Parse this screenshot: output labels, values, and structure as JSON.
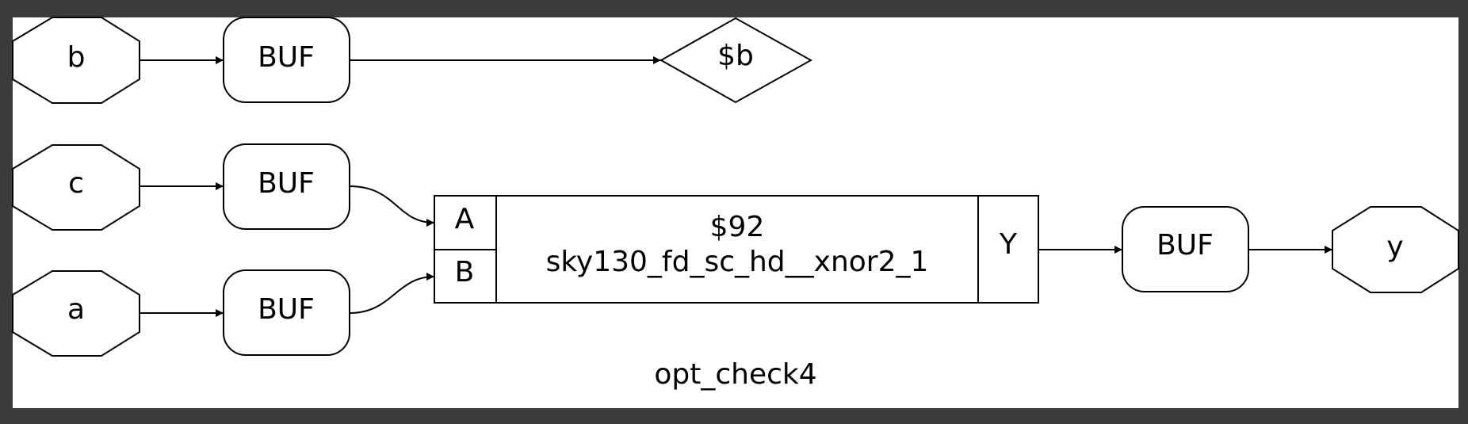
{
  "colors": {
    "window_background": "#3c3b3c",
    "canvas_background": "#ffffff",
    "stroke": "#000000"
  },
  "diagram": {
    "caption": "opt_check4",
    "inputs": {
      "b": "b",
      "c": "c",
      "a": "a"
    },
    "output": "y",
    "output_net": "$b",
    "buffers": {
      "b": "BUF",
      "c": "BUF",
      "a": "BUF",
      "out": "BUF"
    },
    "cell": {
      "id": "$92",
      "type": "sky130_fd_sc_hd__xnor2_1",
      "ports": {
        "a": "A",
        "b": "B",
        "y": "Y"
      }
    }
  }
}
